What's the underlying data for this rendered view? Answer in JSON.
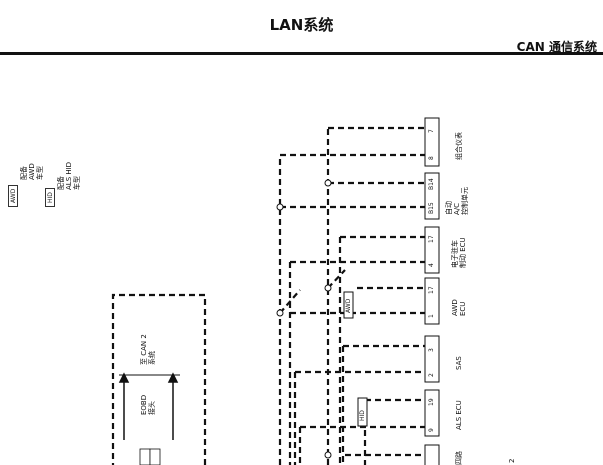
{
  "header": {
    "title": "LAN系统",
    "subtitle": "CAN 通信系统"
  },
  "legend": [
    {
      "code": "AWD",
      "desc": "配备\nAWD\n车型"
    },
    {
      "code": "HID",
      "desc": "配备\nALS HID\n车型"
    }
  ],
  "left_labels": {
    "can2": "至 CAN 2\n系统",
    "eobd": "EOBD\n接头"
  },
  "modules": [
    {
      "name": "组合仪表",
      "pins": [
        "7",
        "8"
      ]
    },
    {
      "name": "自动\nA/C\n控制单元",
      "pins": [
        "B14",
        "B15"
      ]
    },
    {
      "name": "电子驻车\n制动 ECU",
      "pins": [
        "17",
        "4"
      ]
    },
    {
      "name": "AWD\nECU",
      "pins": [
        "17",
        "1"
      ]
    },
    {
      "name": "SAS",
      "pins": [
        "3",
        "2"
      ]
    },
    {
      "name": "ALS ECU",
      "pins": [
        "19",
        "9"
      ]
    },
    {
      "name": "四路",
      "pins": []
    }
  ],
  "inline_tags": [
    "AWD",
    "HID"
  ],
  "page_corner": "2"
}
